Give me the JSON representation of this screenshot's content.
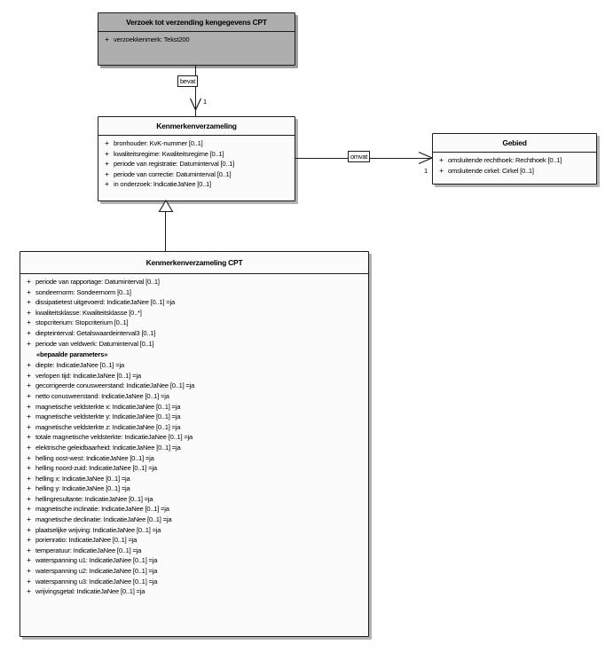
{
  "diagram": {
    "type": "uml-class-diagram",
    "language": "nl"
  },
  "classes": {
    "verzoek": {
      "name": "Verzoek tot verzending kengegevens CPT",
      "style": "shaded",
      "attributes": [
        {
          "visibility": "+",
          "text": "verzoekkenmerk: Tekst200"
        }
      ]
    },
    "kenmerkenverzameling": {
      "name": "Kenmerkenverzameling",
      "style": "plain",
      "attributes": [
        {
          "visibility": "+",
          "text": "bronhouder: KvK-nummer [0..1]"
        },
        {
          "visibility": "+",
          "text": "kwaliteitsregime: Kwaliteitsregime [0..1]"
        },
        {
          "visibility": "+",
          "text": "periode van registratie: Datuminterval [0..1]"
        },
        {
          "visibility": "+",
          "text": "periode van correctie: Datuminterval [0..1]"
        },
        {
          "visibility": "+",
          "text": "in onderzoek: IndicatieJaNee [0..1]"
        }
      ]
    },
    "gebied": {
      "name": "Gebied",
      "style": "plain",
      "attributes": [
        {
          "visibility": "+",
          "text": "omsluitende rechthoek: Rechthoek [0..1]"
        },
        {
          "visibility": "+",
          "text": "omsluitende cirkel: Cirkel [0..1]"
        }
      ]
    },
    "kenmerkenverzameling_cpt": {
      "name": "Kenmerkenverzameling CPT",
      "style": "plain",
      "attributes": [
        {
          "visibility": "+",
          "text": "periode van rapportage: Datuminterval [0..1]"
        },
        {
          "visibility": "+",
          "text": "sondeernorm: Sondeernorm [0..1]"
        },
        {
          "visibility": "+",
          "text": "dissipatietest uitgevoerd: IndicatieJaNee [0..1] =ja"
        },
        {
          "visibility": "+",
          "text": "kwaliteitsklasse: Kwaliteitsklasse [0..*]"
        },
        {
          "visibility": "+",
          "text": "stopcriterium: Stopcriterium [0..1]"
        },
        {
          "visibility": "+",
          "text": "diepteinterval: Getalswaardeinterval3 [0..1]"
        },
        {
          "visibility": "+",
          "text": "periode van veldwerk: Datuminterval [0..1]"
        }
      ],
      "stereotype": "«bepaalde parameters»",
      "stereotype_attributes": [
        {
          "visibility": "+",
          "text": "diepte: IndicatieJaNee [0..1] =ja"
        },
        {
          "visibility": "+",
          "text": "verlopen tijd: IndicatieJaNee [0..1] =ja"
        },
        {
          "visibility": "+",
          "text": "gecorrigeerde conusweerstand: IndicatieJaNee [0..1] =ja"
        },
        {
          "visibility": "+",
          "text": "netto conusweerstand: IndicatieJaNee [0..1] =ja"
        },
        {
          "visibility": "+",
          "text": "magnetische veldsterkte x: IndicatieJaNee [0..1] =ja"
        },
        {
          "visibility": "+",
          "text": "magnetische veldsterkte y: IndicatieJaNee [0..1] =ja"
        },
        {
          "visibility": "+",
          "text": "magnetische veldsterkte z: IndicatieJaNee [0..1] =ja"
        },
        {
          "visibility": "+",
          "text": "totale magnetische veldsterkte: IndicatieJaNee [0..1] =ja"
        },
        {
          "visibility": "+",
          "text": "elektrische geleidbaarheid: IndicatieJaNee [0..1] =ja"
        },
        {
          "visibility": "+",
          "text": "helling oost-west: IndicatieJaNee [0..1] =ja"
        },
        {
          "visibility": "+",
          "text": "helling noord-zuid: IndicatieJaNee [0..1] =ja"
        },
        {
          "visibility": "+",
          "text": "helling x: IndicatieJaNee [0..1] =ja"
        },
        {
          "visibility": "+",
          "text": "helling y: IndicatieJaNee [0..1] =ja"
        },
        {
          "visibility": "+",
          "text": "hellingresultante: IndicatieJaNee [0..1] =ja"
        },
        {
          "visibility": "+",
          "text": "magnetische inclinatie: IndicatieJaNee [0..1] =ja"
        },
        {
          "visibility": "+",
          "text": "magnetische declinatie: IndicatieJaNee [0..1] =ja"
        },
        {
          "visibility": "+",
          "text": "plaatselijke wrijving: IndicatieJaNee [0..1] =ja"
        },
        {
          "visibility": "+",
          "text": "porienratio: IndicatieJaNee [0..1] =ja"
        },
        {
          "visibility": "+",
          "text": "temperatuur: IndicatieJaNee [0..1] =ja"
        },
        {
          "visibility": "+",
          "text": "waterspanning u1: IndicatieJaNee [0..1] =ja"
        },
        {
          "visibility": "+",
          "text": "waterspanning u2: IndicatieJaNee [0..1] =ja"
        },
        {
          "visibility": "+",
          "text": "waterspanning u3: IndicatieJaNee [0..1] =ja"
        },
        {
          "visibility": "+",
          "text": "wrijvingsgetal: IndicatieJaNee [0..1] =ja"
        }
      ]
    }
  },
  "associations": {
    "bevat": {
      "label": "bevat",
      "target_multiplicity": "1"
    },
    "omvat": {
      "label": "omvat",
      "target_multiplicity": "1"
    }
  },
  "colors": {
    "shaded_fill": "#aeaeae",
    "plain_fill": "#fbfbfb",
    "line": "#1c1c1c",
    "background": "#ffffff"
  }
}
